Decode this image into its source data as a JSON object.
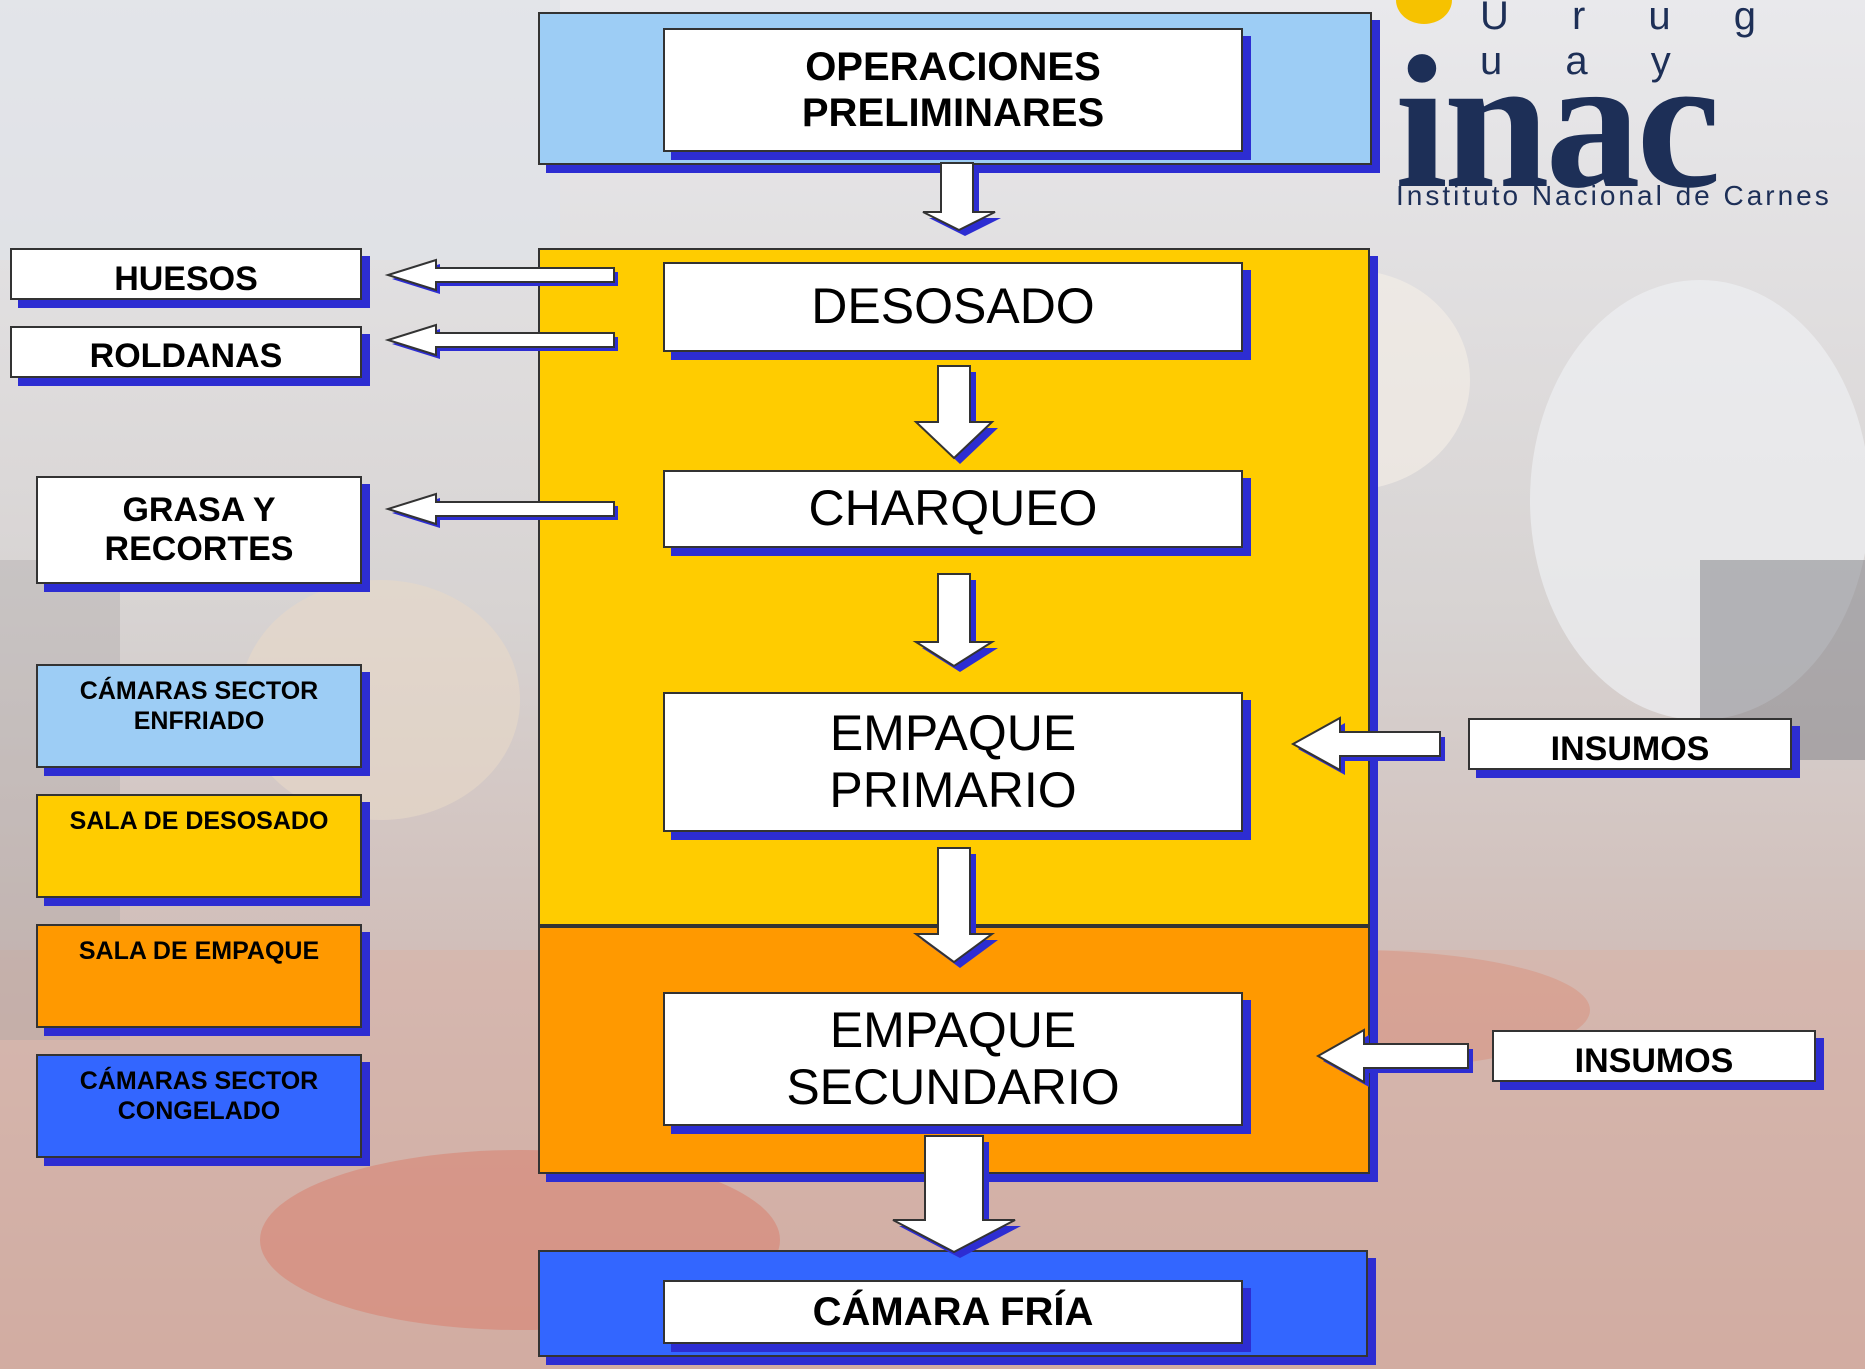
{
  "colors": {
    "light_blue": "#9dcdf5",
    "gold": "#ffcc00",
    "orange": "#ff9900",
    "blue": "#3366ff",
    "shadow": "#2d2dd2",
    "logo_navy": "#1d2f57",
    "logo_sun": "#f6c200"
  },
  "logo": {
    "country": "U r u g u a y",
    "word": "inac",
    "subtitle": "Instituto Nacional de Carnes"
  },
  "steps": {
    "operaciones": "OPERACIONES PRELIMINARES",
    "desosado": "DESOSADO",
    "charqueo": "CHARQUEO",
    "empaque_primario": "EMPAQUE PRIMARIO",
    "empaque_secundario": "EMPAQUE SECUNDARIO",
    "camara_fria": "CÁMARA FRÍA"
  },
  "outputs": {
    "huesos": "HUESOS",
    "roldanas": "ROLDANAS",
    "grasa": "GRASA Y RECORTES"
  },
  "inputs": {
    "insumos_1": "INSUMOS",
    "insumos_2": "INSUMOS"
  },
  "legend": {
    "enfriado": "CÁMARAS SECTOR ENFRIADO",
    "desosado": "SALA DE DESOSADO",
    "empaque": "SALA DE EMPAQUE",
    "congelado": "CÁMARAS SECTOR CONGELADO"
  }
}
